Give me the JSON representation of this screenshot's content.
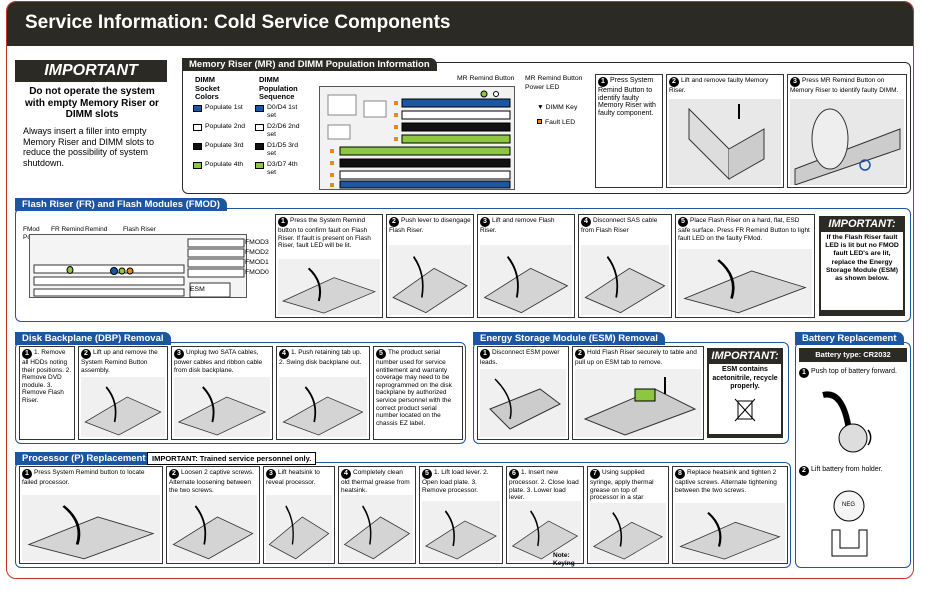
{
  "title": "Service Information: Cold Service Components",
  "important": {
    "label": "IMPORTANT",
    "bold_text": "Do not operate the system with empty Memory Riser or DIMM slots",
    "text": "Always insert a filler into empty Memory Riser and DIMM slots to reduce the possibility of system shutdown."
  },
  "mr": {
    "header": "Memory Riser (MR) and DIMM Population Information",
    "col1_title": "DIMM Socket Colors",
    "col2_title": "DIMM Population Sequence",
    "rows": [
      {
        "c1": "Populate 1st",
        "c2": "D0/D4 1st set",
        "color": "#1d56a0"
      },
      {
        "c1": "Populate 2nd",
        "c2": "D2/D6 2nd set",
        "color": "#ffffff"
      },
      {
        "c1": "Populate 3rd",
        "c2": "D1/D5 3rd set",
        "color": "#111111"
      },
      {
        "c1": "Populate 4th",
        "c2": "D3/D7 4th set",
        "color": "#8dc63f"
      }
    ],
    "label_remind": "MR Remind Button",
    "label_power": "MR Remind Button Power LED",
    "label_dimm_key": "DIMM Key",
    "label_fault": "Fault LED",
    "steps": [
      {
        "n": "1",
        "text": "Press System Remind Button to identify faulty Memory Riser with faulty component."
      },
      {
        "n": "2",
        "text": "Lift and remove faulty Memory Riser."
      },
      {
        "n": "3",
        "text": "Press MR Remind Button on Memory Riser to identify faulty DIMM."
      }
    ]
  },
  "flash": {
    "header": "Flash Riser (FR) and Flash Modules (FMOD)",
    "labels": [
      "FMod Power LED",
      "FR Remind Button",
      "Remind Circuit Power",
      "Flash Riser Fault LED"
    ],
    "fmods": [
      "FMOD3",
      "FMOD2",
      "FMOD1",
      "FMOD0"
    ],
    "esm_label": "ESM",
    "steps": [
      {
        "n": "1",
        "text": "Press the System Remind button to confirm fault on Flash Riser. If fault is present on Flash Riser, fault LED will be lit."
      },
      {
        "n": "2",
        "text": "Push lever to disengage Flash Riser."
      },
      {
        "n": "3",
        "text": "Lift and remove Flash Riser."
      },
      {
        "n": "4",
        "text": "Disconnect SAS cable from Flash Riser"
      },
      {
        "n": "5",
        "text": "Place Flash Riser on a hard, flat, ESD safe surface. Press FR Remind Button to light fault LED on the faulty FMod."
      }
    ],
    "important_label": "IMPORTANT:",
    "important_text": "If the Flash Riser fault LED is lit but no FMOD fault LED's are lit, replace the Energy Storage Module (ESM) as shown below."
  },
  "dbp": {
    "header": "Disk Backplane (DBP) Removal",
    "steps": [
      {
        "n": "1",
        "text": "1. Remove all HDDs noting their positions. 2. Remove DVD module. 3. Remove Flash Riser."
      },
      {
        "n": "2",
        "text": "Lift up and remove the System Remind Button assembly."
      },
      {
        "n": "3",
        "text": "Unplug two SATA cables, power cables and ribbon cable from disk backplane."
      },
      {
        "n": "4",
        "text": "1. Push retaining tab up. 2. Swing disk backplane out."
      },
      {
        "n": "5",
        "text": "The product serial number used for service entitlement and warranty coverage may need to be reprogrammed on the disk backplane by authorized service personnel with the correct product serial number located on the chassis EZ label."
      }
    ]
  },
  "esm": {
    "header": "Energy Storage Module (ESM) Removal",
    "steps": [
      {
        "n": "1",
        "text": "Disconnect ESM power leads."
      },
      {
        "n": "2",
        "text": "Hold Flash Riser securely to table and pull up on ESM tab to remove."
      }
    ],
    "important_label": "IMPORTANT:",
    "important_text": "ESM contains acetonitrile, recycle properly."
  },
  "battery": {
    "header": "Battery Replacement",
    "type_label": "Battery type: CR2032",
    "steps": [
      {
        "n": "1",
        "text": "Push top of battery forward."
      },
      {
        "n": "2",
        "text": "Lift battery from holder."
      }
    ]
  },
  "processor": {
    "header": "Processor (P) Replacement",
    "important": "IMPORTANT: Trained service personnel only.",
    "steps": [
      {
        "n": "1",
        "text": "Press System Remind button to locate failed processor."
      },
      {
        "n": "2",
        "text": "Loosen 2 captive screws. Alternate loosening between the two screws."
      },
      {
        "n": "3",
        "text": "Lift heatsink to reveal processor."
      },
      {
        "n": "4",
        "text": "Completely clean old thermal grease from heatsink."
      },
      {
        "n": "5",
        "text": "1. Lift load lever. 2. Open load plate. 3. Remove processor."
      },
      {
        "n": "6",
        "text": "1. Insert new processor. 2. Close load plate. 3. Lower load lever."
      },
      {
        "n": "7",
        "text": "Using supplied syringe, apply thermal grease on top of processor in a star pattern."
      },
      {
        "n": "8",
        "text": "Replace heatsink and tighten 2 captive screws. Alternate tightening between the two screws."
      }
    ],
    "note": "Note: Keying"
  }
}
